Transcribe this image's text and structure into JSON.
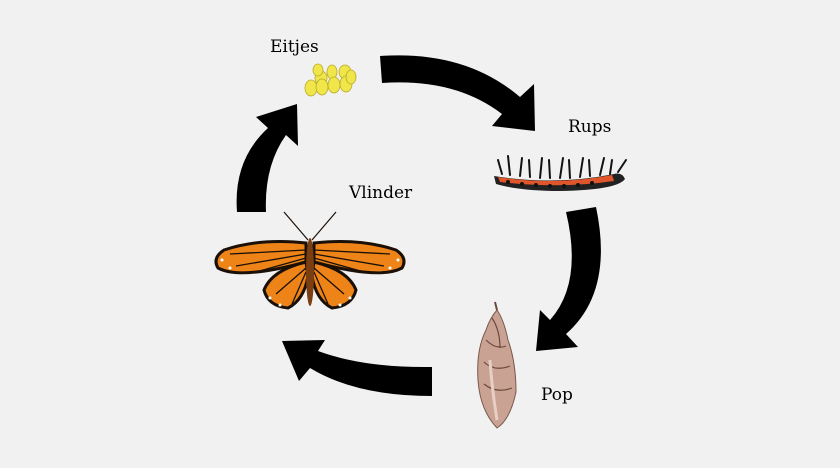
{
  "stages": {
    "eggs": "Eitjes",
    "caterpillar": "Rups",
    "pupa": "Pop",
    "butterfly": "Vlinder"
  },
  "colors": {
    "background": "#f2f1f1",
    "arrow": "#000000",
    "egg": "#f0e64a",
    "caterpillar_body": "#e0552a",
    "pupa": "#c9a294",
    "wing_orange": "#ee8418",
    "wing_black": "#1a1008"
  },
  "icons": [
    "eggs-icon",
    "caterpillar-icon",
    "pupa-icon",
    "butterfly-icon"
  ]
}
